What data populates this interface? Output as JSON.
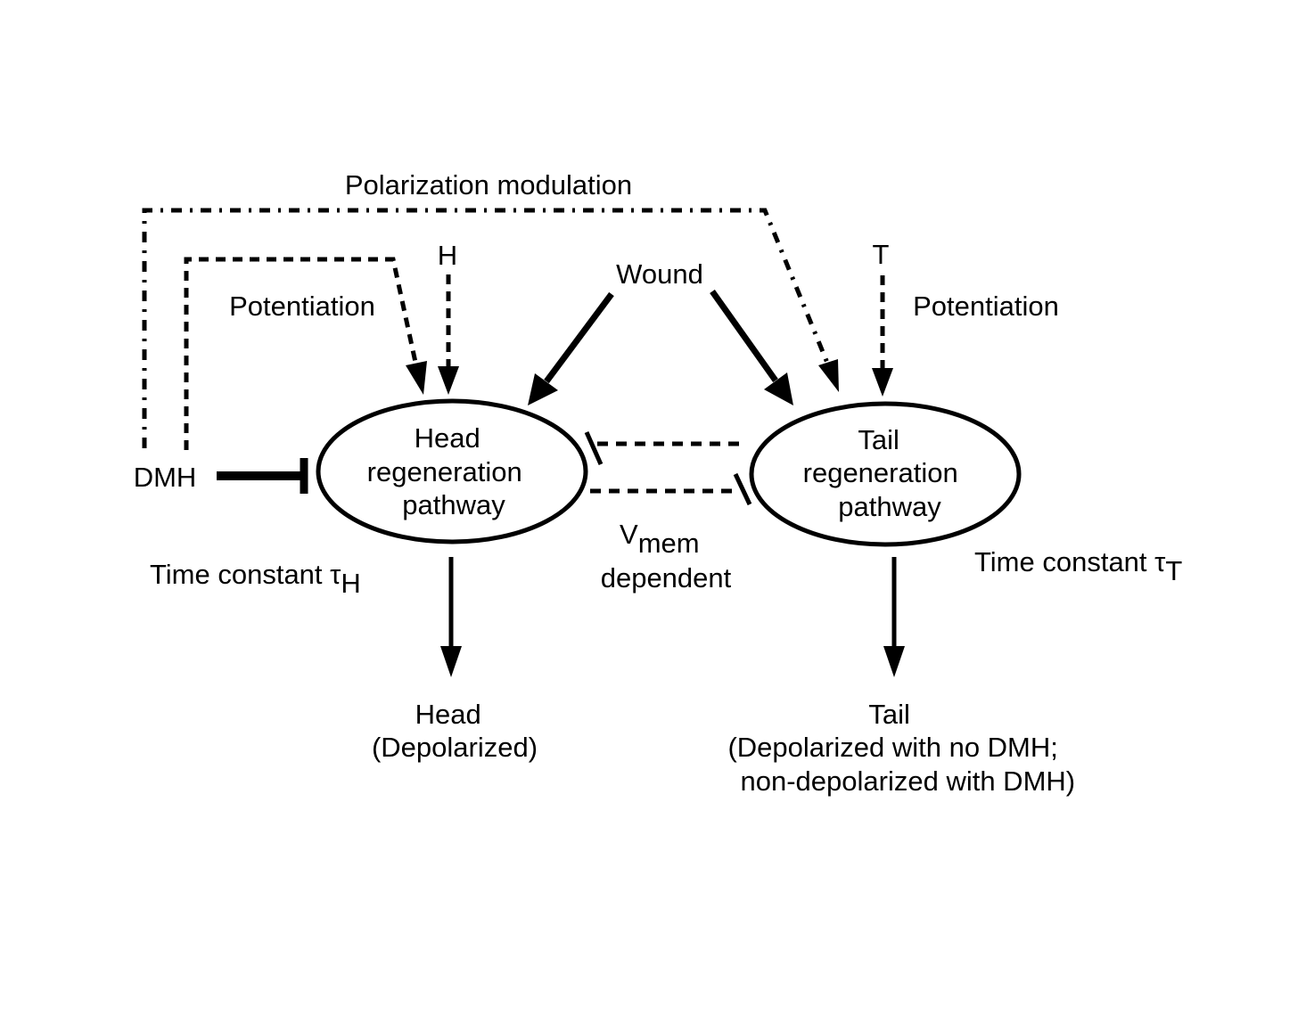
{
  "labels": {
    "polarization_modulation": "Polarization modulation",
    "potentiation_left": "Potentiation",
    "potentiation_right": "Potentiation",
    "h_input": "H",
    "t_input": "T",
    "wound": "Wound",
    "dmh": "DMH",
    "head_node": [
      "Head",
      "regeneration",
      "pathway"
    ],
    "tail_node": [
      "Tail",
      "regeneration",
      "pathway"
    ],
    "vmem_main": "V",
    "vmem_sub": "mem",
    "vmem_dependent": "dependent",
    "time_constant_head": "Time constant τ",
    "time_constant_head_sub": "H",
    "time_constant_tail": "Time constant τ",
    "time_constant_tail_sub": "T",
    "head_output": [
      "Head",
      "(Depolarized)"
    ],
    "tail_output": [
      "Tail",
      "(Depolarized with no DMH;",
      " non-depolarized with DMH)"
    ]
  }
}
